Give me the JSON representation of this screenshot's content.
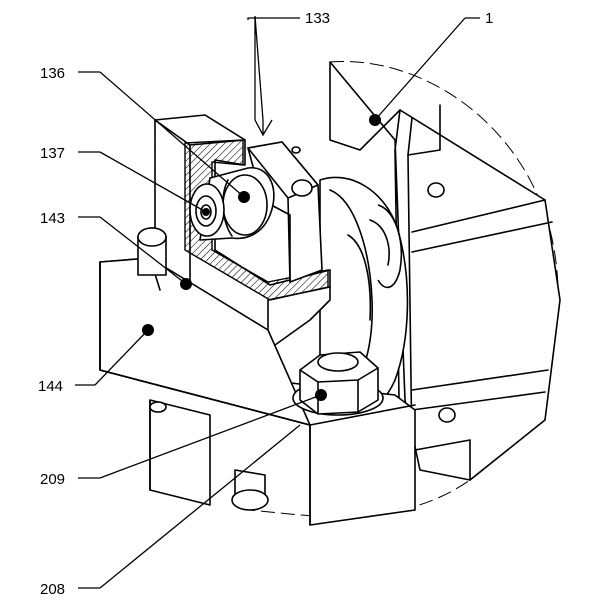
{
  "labels": {
    "l133": "133",
    "l1": "1",
    "l136": "136",
    "l137": "137",
    "l143": "143",
    "l144": "144",
    "l209": "209",
    "l208": "208"
  }
}
